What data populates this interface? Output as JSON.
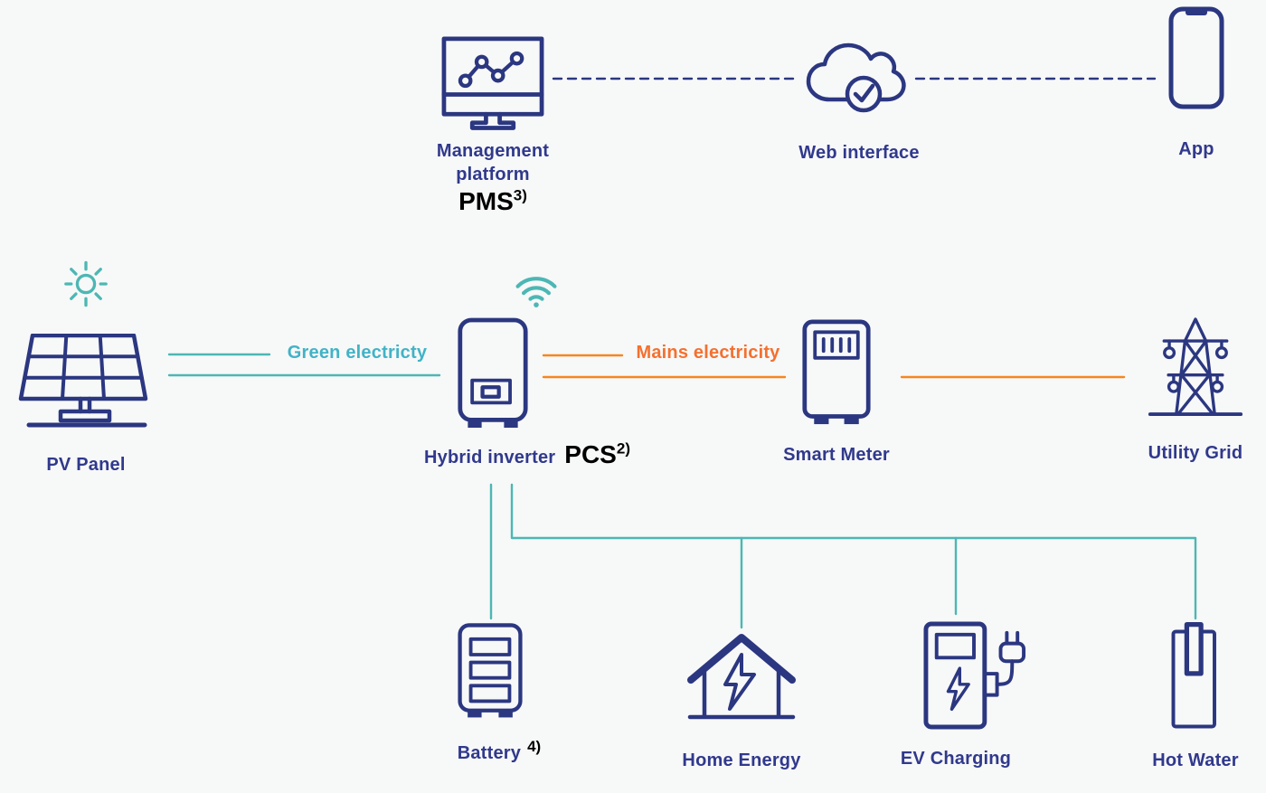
{
  "colors": {
    "navy": "#2b3780",
    "label": "#30398c",
    "teal": "#4cb7b4",
    "teal_text": "#41b3c6",
    "orange": "#f6861f",
    "orange_text": "#f4702f",
    "black": "#000000",
    "bg": "#f7f8f8"
  },
  "top_row": {
    "management_platform": {
      "label_line1": "Management",
      "label_line2": "platform",
      "annotation": "PMS",
      "annotation_sup": "3)"
    },
    "web_interface": {
      "label": "Web interface"
    },
    "app": {
      "label": "App"
    }
  },
  "middle_row": {
    "pv_panel": {
      "label": "PV Panel"
    },
    "hybrid_inverter": {
      "label": "Hybrid inverter",
      "annotation": "PCS",
      "annotation_sup": "2)"
    },
    "smart_meter": {
      "label": "Smart Meter"
    },
    "utility_grid": {
      "label": "Utility Grid"
    },
    "flow_labels": {
      "green": "Green electricty",
      "mains": "Mains electricity"
    }
  },
  "bottom_row": {
    "battery": {
      "label": "Battery",
      "annotation_sup": "4)"
    },
    "home_energy": {
      "label": "Home Energy"
    },
    "ev_charging": {
      "label": "EV Charging"
    },
    "hot_water": {
      "label": "Hot Water"
    }
  },
  "connections": [
    {
      "from": "management_platform",
      "to": "web_interface",
      "style": "dashed",
      "color": "navy"
    },
    {
      "from": "web_interface",
      "to": "app",
      "style": "dashed",
      "color": "navy"
    },
    {
      "from": "pv_panel",
      "to": "hybrid_inverter",
      "style": "double-line",
      "color": "teal",
      "label": "Green electricty"
    },
    {
      "from": "hybrid_inverter",
      "to": "smart_meter",
      "style": "double-line",
      "color": "orange",
      "label": "Mains electricity"
    },
    {
      "from": "smart_meter",
      "to": "utility_grid",
      "style": "single-line",
      "color": "orange"
    },
    {
      "from": "hybrid_inverter",
      "to": "battery",
      "style": "single-line",
      "color": "teal"
    },
    {
      "from": "hybrid_inverter",
      "to": "home_energy",
      "style": "single-line",
      "color": "teal"
    },
    {
      "from": "hybrid_inverter",
      "to": "ev_charging",
      "style": "single-line",
      "color": "teal"
    },
    {
      "from": "hybrid_inverter",
      "to": "hot_water",
      "style": "single-line",
      "color": "teal"
    }
  ]
}
